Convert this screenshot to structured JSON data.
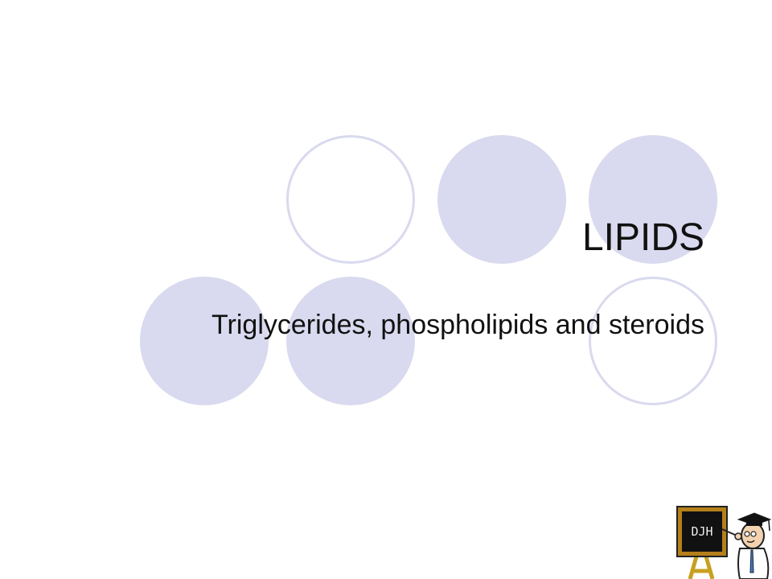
{
  "slide": {
    "title": "LIPIDS",
    "subtitle": "Triglycerides, phospholipids and steroids"
  },
  "mascot": {
    "board_text": "DJH"
  },
  "colors": {
    "circle_fill": "#d9d9ef",
    "background": "#ffffff",
    "text": "#111111"
  }
}
